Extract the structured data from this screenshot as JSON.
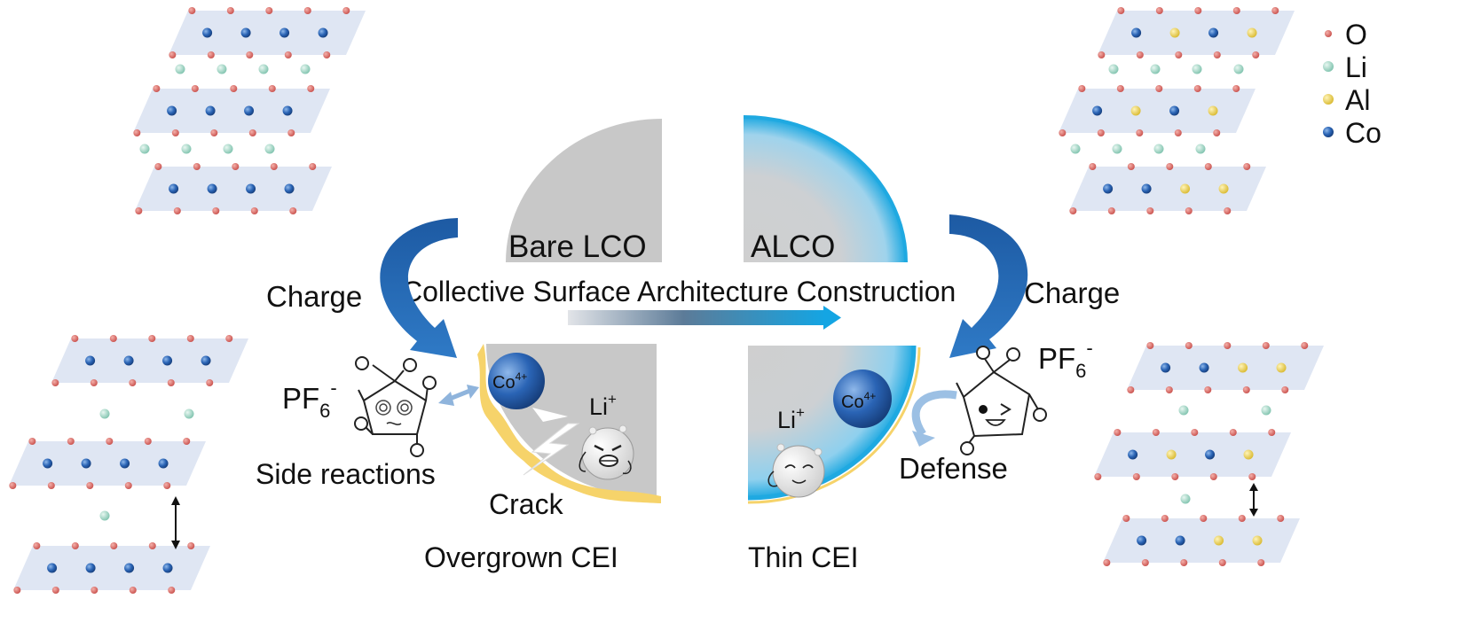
{
  "labels": {
    "bare": "Bare LCO",
    "alco": "ALCO",
    "collective": "Collective Surface Architecture Construction",
    "charge_left": "Charge",
    "charge_right": "Charge",
    "pf6": "PF",
    "pf6_sub": "6",
    "pf6_sup": "-",
    "side_reactions": "Side reactions",
    "crack": "Crack",
    "overgrown": "Overgrown CEI",
    "thin": "Thin CEI",
    "defense": "Defense",
    "co": "Co",
    "co_sup": "4+",
    "li": "Li",
    "li_sup": "+"
  },
  "legend": [
    {
      "label": "O",
      "color": "#c9504c"
    },
    {
      "label": "Li",
      "color": "#8fcfbd"
    },
    {
      "label": "Al",
      "color": "#e8cf4a"
    },
    {
      "label": "Co",
      "color": "#2a64b5"
    }
  ],
  "colors": {
    "oxygen": "#c9504c",
    "lithium": "#8fcfbd",
    "aluminum": "#e8cf4a",
    "cobalt": "#2a64b5",
    "layer": "#dce4f2",
    "particle": "#c8c8c8",
    "coating": "#1fa9e1",
    "cei": "#f6d36a",
    "arrow_dark": "#1d5aa3"
  }
}
